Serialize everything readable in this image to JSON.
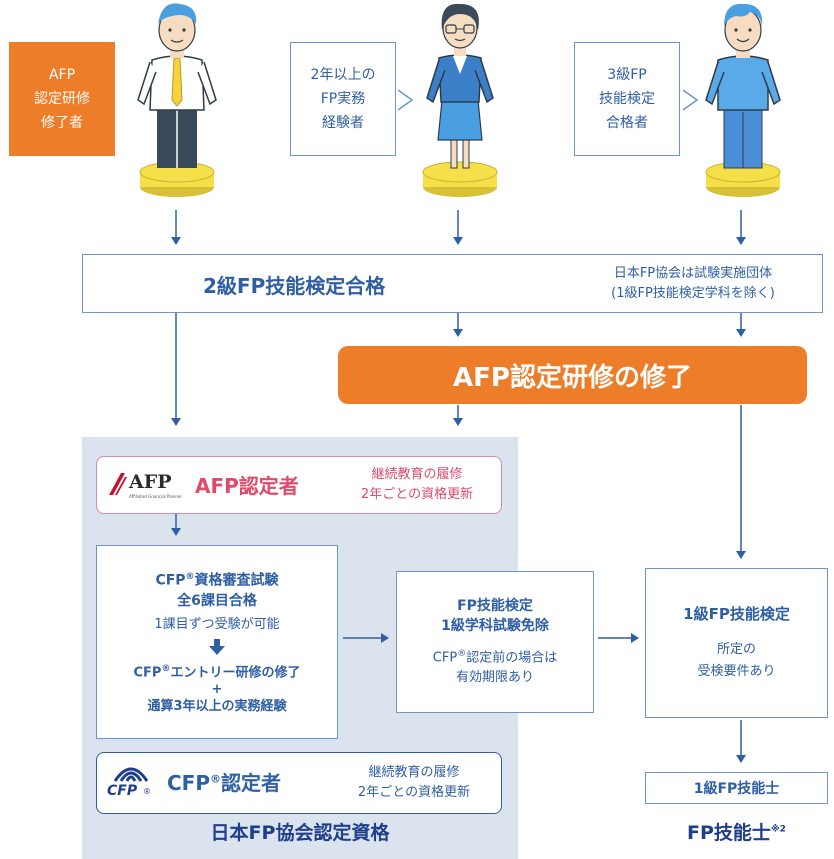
{
  "starts": [
    {
      "lines": [
        "AFP",
        "認定研修",
        "修了者"
      ]
    },
    {
      "lines": [
        "2年以上の",
        "FP実務",
        "経験者"
      ]
    },
    {
      "lines": [
        "3級FP",
        "技能検定",
        "合格者"
      ]
    }
  ],
  "grade2": {
    "title": "2級FP技能検定合格",
    "note_line1": "日本FP協会は試験実施団体",
    "note_line2": "(1級FP技能検定学科を除く)"
  },
  "afp_training": "AFP認定研修の修了",
  "afp_certified": {
    "logo_text": "AFP",
    "logo_subtext": "Affiliated Financial Planner",
    "title": "AFP認定者",
    "note_line1": "継続教育の履修",
    "note_line2": "2年ごとの資格更新"
  },
  "cfp_exam": {
    "line1": "CFP",
    "line1_rest": "資格審査試験",
    "line2": "全6課目合格",
    "line3": "1課目ずつ受験が可能",
    "line4": "CFP",
    "line4_rest": "エントリー研修の修了",
    "plus": "+",
    "line5": "通算3年以上の実務経験"
  },
  "cfp_certified": {
    "logo_text": "CFP",
    "title": "CFP",
    "title_rest": "認定者",
    "note_line1": "継続教育の履修",
    "note_line2": "2年ごとの資格更新"
  },
  "jafp_label": "日本FP協会認定資格",
  "exemption": {
    "line1": "FP技能検定",
    "line2": "1級学科試験免除",
    "line3": "CFP",
    "line3_rest": "認定前の場合は",
    "line4": "有効期限あり"
  },
  "grade1": {
    "title": "1級FP技能検定",
    "line2": "所定の",
    "line3": "受検要件あり"
  },
  "grade1_pass": "1級FP技能士",
  "fp_label": "FP技能士",
  "fp_label_note": "※2",
  "colors": {
    "blue": "#2f5fa3",
    "orange": "#ee7d2a",
    "panel": "#dbe3ef",
    "yellow": "#f6e04a"
  }
}
